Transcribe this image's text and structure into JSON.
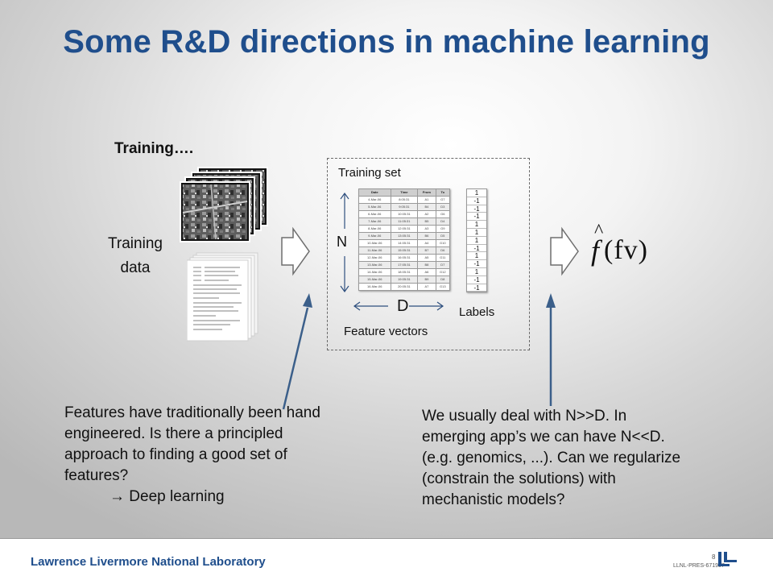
{
  "slide": {
    "title": "Some R&D directions in machine learning",
    "training_heading": "Training….",
    "training_data_label": [
      "Training",
      "data"
    ],
    "training_set_label": "Training set",
    "n_label": "N",
    "d_label": "D",
    "labels_label": "Labels",
    "feature_vectors_label": "Feature vectors",
    "formula": {
      "hat_symbol": "^",
      "function": "f",
      "argument": "(fv)"
    },
    "mini_table": {
      "headers": [
        "Date",
        "Time",
        "From",
        "To"
      ],
      "rows": [
        [
          "4-Mar-06",
          "8:05:31",
          "A1",
          "G7"
        ],
        [
          "5-Mar-06",
          "9:05:31",
          "B4",
          "D3"
        ],
        [
          "6-Mar-06",
          "10:05:31",
          "A2",
          "G6"
        ],
        [
          "7-Mar-06",
          "11:05:31",
          "B5",
          "D4"
        ],
        [
          "8-Mar-06",
          "12:05:31",
          "A3",
          "G9"
        ],
        [
          "9-Mar-06",
          "13:05:31",
          "B6",
          "D5"
        ],
        [
          "10-Mar-06",
          "14:05:31",
          "A4",
          "G10"
        ],
        [
          "11-Mar-06",
          "15:05:31",
          "B7",
          "D6"
        ],
        [
          "12-Mar-06",
          "16:05:31",
          "A5",
          "G11"
        ],
        [
          "13-Mar-06",
          "17:05:31",
          "B8",
          "D7"
        ],
        [
          "14-Mar-06",
          "18:05:31",
          "A6",
          "G12"
        ],
        [
          "15-Mar-06",
          "19:05:31",
          "B9",
          "D8"
        ],
        [
          "16-Mar-06",
          "20:05:31",
          "A7",
          "G13"
        ]
      ]
    },
    "label_values": [
      "1",
      "-1",
      "-1",
      "-1",
      "1",
      "1",
      "1",
      "-1",
      "1",
      "-1",
      "1",
      "-1",
      "-1"
    ],
    "note_left": {
      "lines": [
        "Features have traditionally been hand",
        "engineered. Is there a principled",
        "approach to finding a good set of",
        "features?"
      ],
      "deep_learning": " Deep learning",
      "arrow_glyph": "→"
    },
    "note_right": {
      "lines": [
        "We usually deal with N>>D. In",
        "emerging app’s we can have N<<D.",
        "(e.g. genomics, ...). Can we regularize",
        "(constrain the solutions) with",
        "mechanistic models?"
      ]
    }
  },
  "footer": {
    "org": "Lawrence Livermore National Laboratory",
    "page_number": "8",
    "doc_id": "LLNL-PRES-671957"
  },
  "colors": {
    "title": "#1f4e8c",
    "pointer_arrow": "#3b5f8a",
    "block_arrow_fill": "#ffffff"
  }
}
